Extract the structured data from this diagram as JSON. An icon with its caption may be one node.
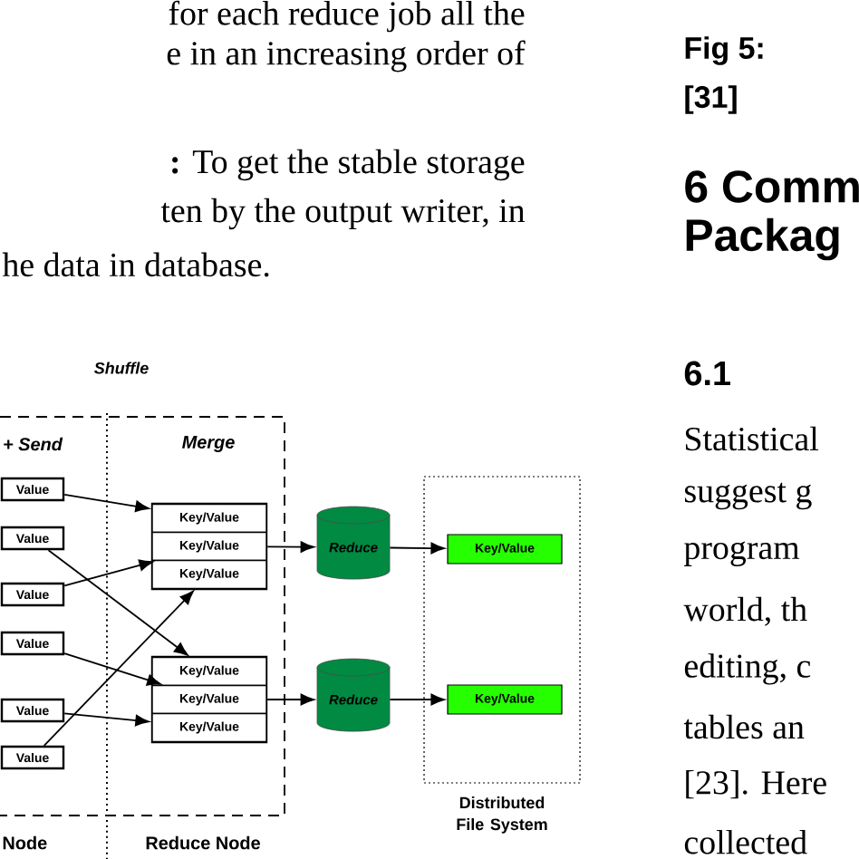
{
  "diagram": {
    "nodes": [
      {
        "text": [
          "Shuffle",
          "+ Send",
          "Merge"
        ]
      },
      {
        "text": [
          "Value"
        ],
        "in": 0
      },
      {
        "text": [
          "Value"
        ],
        "in": 0
      },
      {
        "text": [
          "Value"
        ],
        "in": 0
      },
      {
        "text": [
          "Value"
        ],
        "in": 0
      },
      {
        "text": [
          "Value"
        ],
        "in": 0
      },
      {
        "text": [
          "Value"
        ],
        "in": 0
      },
      {
        "text": [],
        "shape": "box",
        "in": 0
      },
      {
        "text": [
          "Key/Value"
        ],
        "in": 7
      },
      {
        "text": [
          "Key/Value"
        ],
        "in": 7
      },
      {
        "text": [
          "Key/Value"
        ],
        "in": 7
      },
      {
        "text": [],
        "shape": "box",
        "in": 0
      },
      {
        "text": [
          "Key/Value"
        ],
        "in": 11
      },
      {
        "text": [
          "Key/Value"
        ],
        "in": 11
      },
      {
        "text": [
          "Key/Value"
        ],
        "in": 11
      },
      {
        "text": [
          "Reduce"
        ]
      },
      {
        "text": [
          "Reduce"
        ]
      },
      {
        "text": [
          "Distributed File System"
        ]
      },
      {
        "text": [
          "Key/Value"
        ],
        "in": 17
      },
      {
        "text": [
          "Key/Value"
        ],
        "in": 17
      }
    ],
    "edges": [
      {
        "from": 1,
        "to": 8,
        "arrow": "to"
      },
      {
        "from": 2,
        "to": 12,
        "arrow": "to"
      },
      {
        "from": 3,
        "to": 9,
        "arrow": "to"
      },
      {
        "from": 4,
        "to": 13,
        "arrow": "to"
      },
      {
        "from": 5,
        "to": 14,
        "arrow": "to"
      },
      {
        "from": 6,
        "to": 10,
        "arrow": "to"
      },
      {
        "from": 7,
        "to": 15,
        "arrow": "to"
      },
      {
        "from": 11,
        "to": 16,
        "arrow": "to"
      },
      {
        "from": 15,
        "to": 18,
        "arrow": "to"
      },
      {
        "from": 16,
        "to": 19,
        "arrow": "to"
      }
    ],
    "labels": [
      "for each reduce job all the",
      "e in an increasing order of",
      "**:** To get the stable storage",
      "ten by the output writer, in",
      "he data in database.",
      "Fig 5:",
      "[31]",
      "6 Comm",
      "Packag",
      "6.1",
      "Statistical",
      "suggest g",
      "program",
      "world, th",
      "editing, c",
      "tables an",
      "[23]. Here",
      "collected",
      "Node",
      "Reduce Node"
    ]
  }
}
